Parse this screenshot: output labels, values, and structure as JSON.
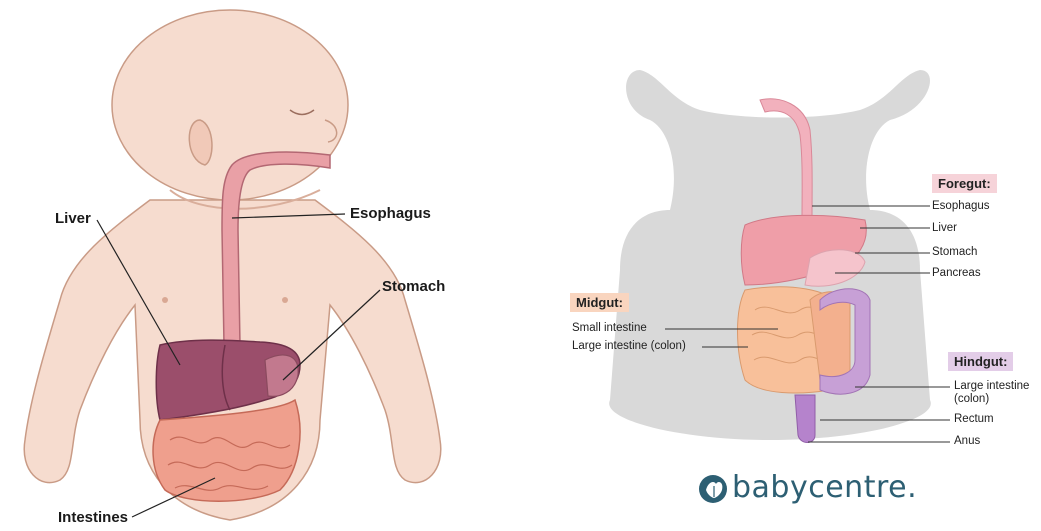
{
  "left_diagram": {
    "labels": {
      "liver": "Liver",
      "esophagus": "Esophagus",
      "stomach": "Stomach",
      "intestines": "Intestines"
    }
  },
  "right_diagram": {
    "foregut": {
      "heading": "Foregut:",
      "items": [
        "Esophagus",
        "Liver",
        "Stomach",
        "Pancreas"
      ]
    },
    "midgut": {
      "heading": "Midgut:",
      "items": [
        "Small intestine",
        "Large intestine (colon)"
      ]
    },
    "hindgut": {
      "heading": "Hindgut:",
      "items": [
        "Large intestine\n(colon)",
        "Rectum",
        "Anus"
      ]
    },
    "logo": {
      "text": "babycentre",
      "suffix": "."
    }
  },
  "colors": {
    "foregut_tag": "#f6d3d9",
    "midgut_tag": "#f9d5bf",
    "hindgut_tag": "#e3cde8",
    "logo": "#2d5f73",
    "silhouette": "#d9d9d9"
  }
}
